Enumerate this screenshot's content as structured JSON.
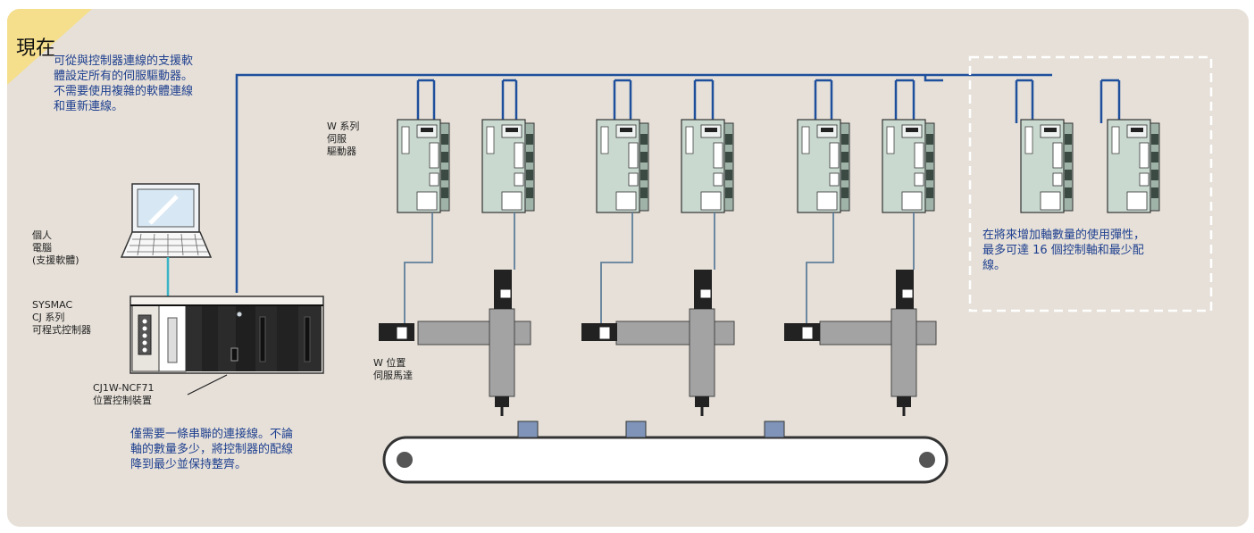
{
  "title": "現在",
  "notes": {
    "top": "可從與控制器連線的支援軟\n體設定所有的伺服驅動器。\n不需要使用複雜的軟體連線\n和重新連線。",
    "bottom": "僅需要一條串聯的連接線。不論\n軸的數量多少，將控制器的配線\n降到最少並保持整齊。",
    "right": "在將來增加軸數量的使用彈性，\n最多可達 16 個控制軸和最少配\n線。"
  },
  "labels": {
    "pc": "個人\n電腦\n(支援軟體)",
    "plc": "SYSMAC\nCJ 系列\n可程式控制器",
    "ncf": "CJ1W-NCF71\n位置控制裝置",
    "drive": "W 系列\n伺服\n驅動器",
    "motor": "W 位置\n伺服馬達"
  },
  "colors": {
    "network": "#1e4f9c",
    "pc_cable": "#39b4c6",
    "motor_cable": "#5f7f9a",
    "panel": "#e6e0d8",
    "corner": "#f5df8c",
    "note_text": "#1e3f8f",
    "drive_body": "#c9d9d0",
    "box": "#7f94b8"
  }
}
